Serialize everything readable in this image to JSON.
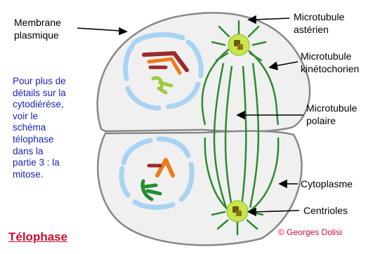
{
  "labels": {
    "membrane_line1": "Membrane",
    "membrane_line2": "plasmique",
    "aster_line1": "Microtubule",
    "aster_line2": "astérien",
    "kineto_line1": "Microtubule",
    "kineto_line2": "kinétochorien",
    "polar_line1": "Microtubule",
    "polar_line2": "polaire",
    "cytoplasm": "Cytoplasme",
    "centrioles": "Centrioles"
  },
  "note": [
    "Pour plus de",
    "détails sur la",
    "cytodiérèse,",
    "voir le",
    "schéma",
    "télophase",
    "dans la",
    "partie 3 : la",
    "mitose."
  ],
  "title": "Télophase",
  "copyright": "© Georges Dolisi",
  "colors": {
    "spindle": "#2e8b2e",
    "centrosome": "#c8e64a",
    "nuclear_envelope": "#a9d3f2",
    "chromosome_red": "#9b2a2a",
    "chromosome_orange": "#f07a1a",
    "chromosome_lime": "#9ccc3c",
    "chromosome_green": "#1f8f2f",
    "note_text": "#1a24b8",
    "title_text": "#c8102e"
  },
  "icons": [
    "centriole-icon"
  ]
}
